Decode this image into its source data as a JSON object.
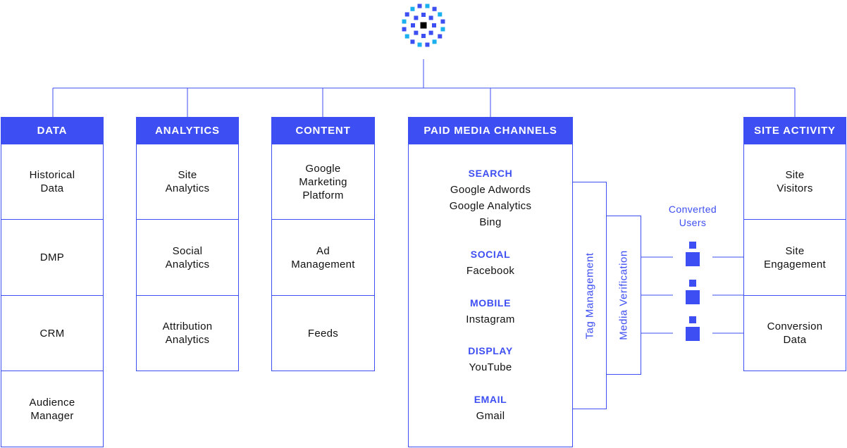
{
  "colors": {
    "primary": "#3d4ef2",
    "logo_light": "#1ab0ef",
    "logo_center": "#000000"
  },
  "logo": {
    "icon": "dotted-sunburst-logo"
  },
  "columns": {
    "data": {
      "header": "DATA",
      "items": [
        "Historical\nData",
        "DMP",
        "CRM",
        "Audience\nManager"
      ]
    },
    "analytics": {
      "header": "ANALYTICS",
      "items": [
        "Site\nAnalytics",
        "Social\nAnalytics",
        "Attribution\nAnalytics"
      ]
    },
    "content": {
      "header": "CONTENT",
      "items": [
        "Google\nMarketing\nPlatform",
        "Ad\nManagement",
        "Feeds"
      ]
    },
    "paid_media": {
      "header": "PAID MEDIA CHANNELS",
      "groups": [
        {
          "category": "SEARCH",
          "items": [
            "Google Adwords",
            "Google Analytics",
            "Bing"
          ]
        },
        {
          "category": "SOCIAL",
          "items": [
            "Facebook"
          ]
        },
        {
          "category": "MOBILE",
          "items": [
            "Instagram"
          ]
        },
        {
          "category": "DISPLAY",
          "items": [
            "YouTube"
          ]
        },
        {
          "category": "EMAIL",
          "items": [
            "Gmail"
          ]
        }
      ]
    },
    "site_activity": {
      "header": "SITE ACTIVITY",
      "items": [
        "Site\nVisitors",
        "Site\nEngagement",
        "Conversion\nData"
      ]
    }
  },
  "tag_management": "Tag Management",
  "media_verification": "Media Verification",
  "converted_users": {
    "label": "Converted\nUsers",
    "icon": "user-icon",
    "count": 3
  }
}
